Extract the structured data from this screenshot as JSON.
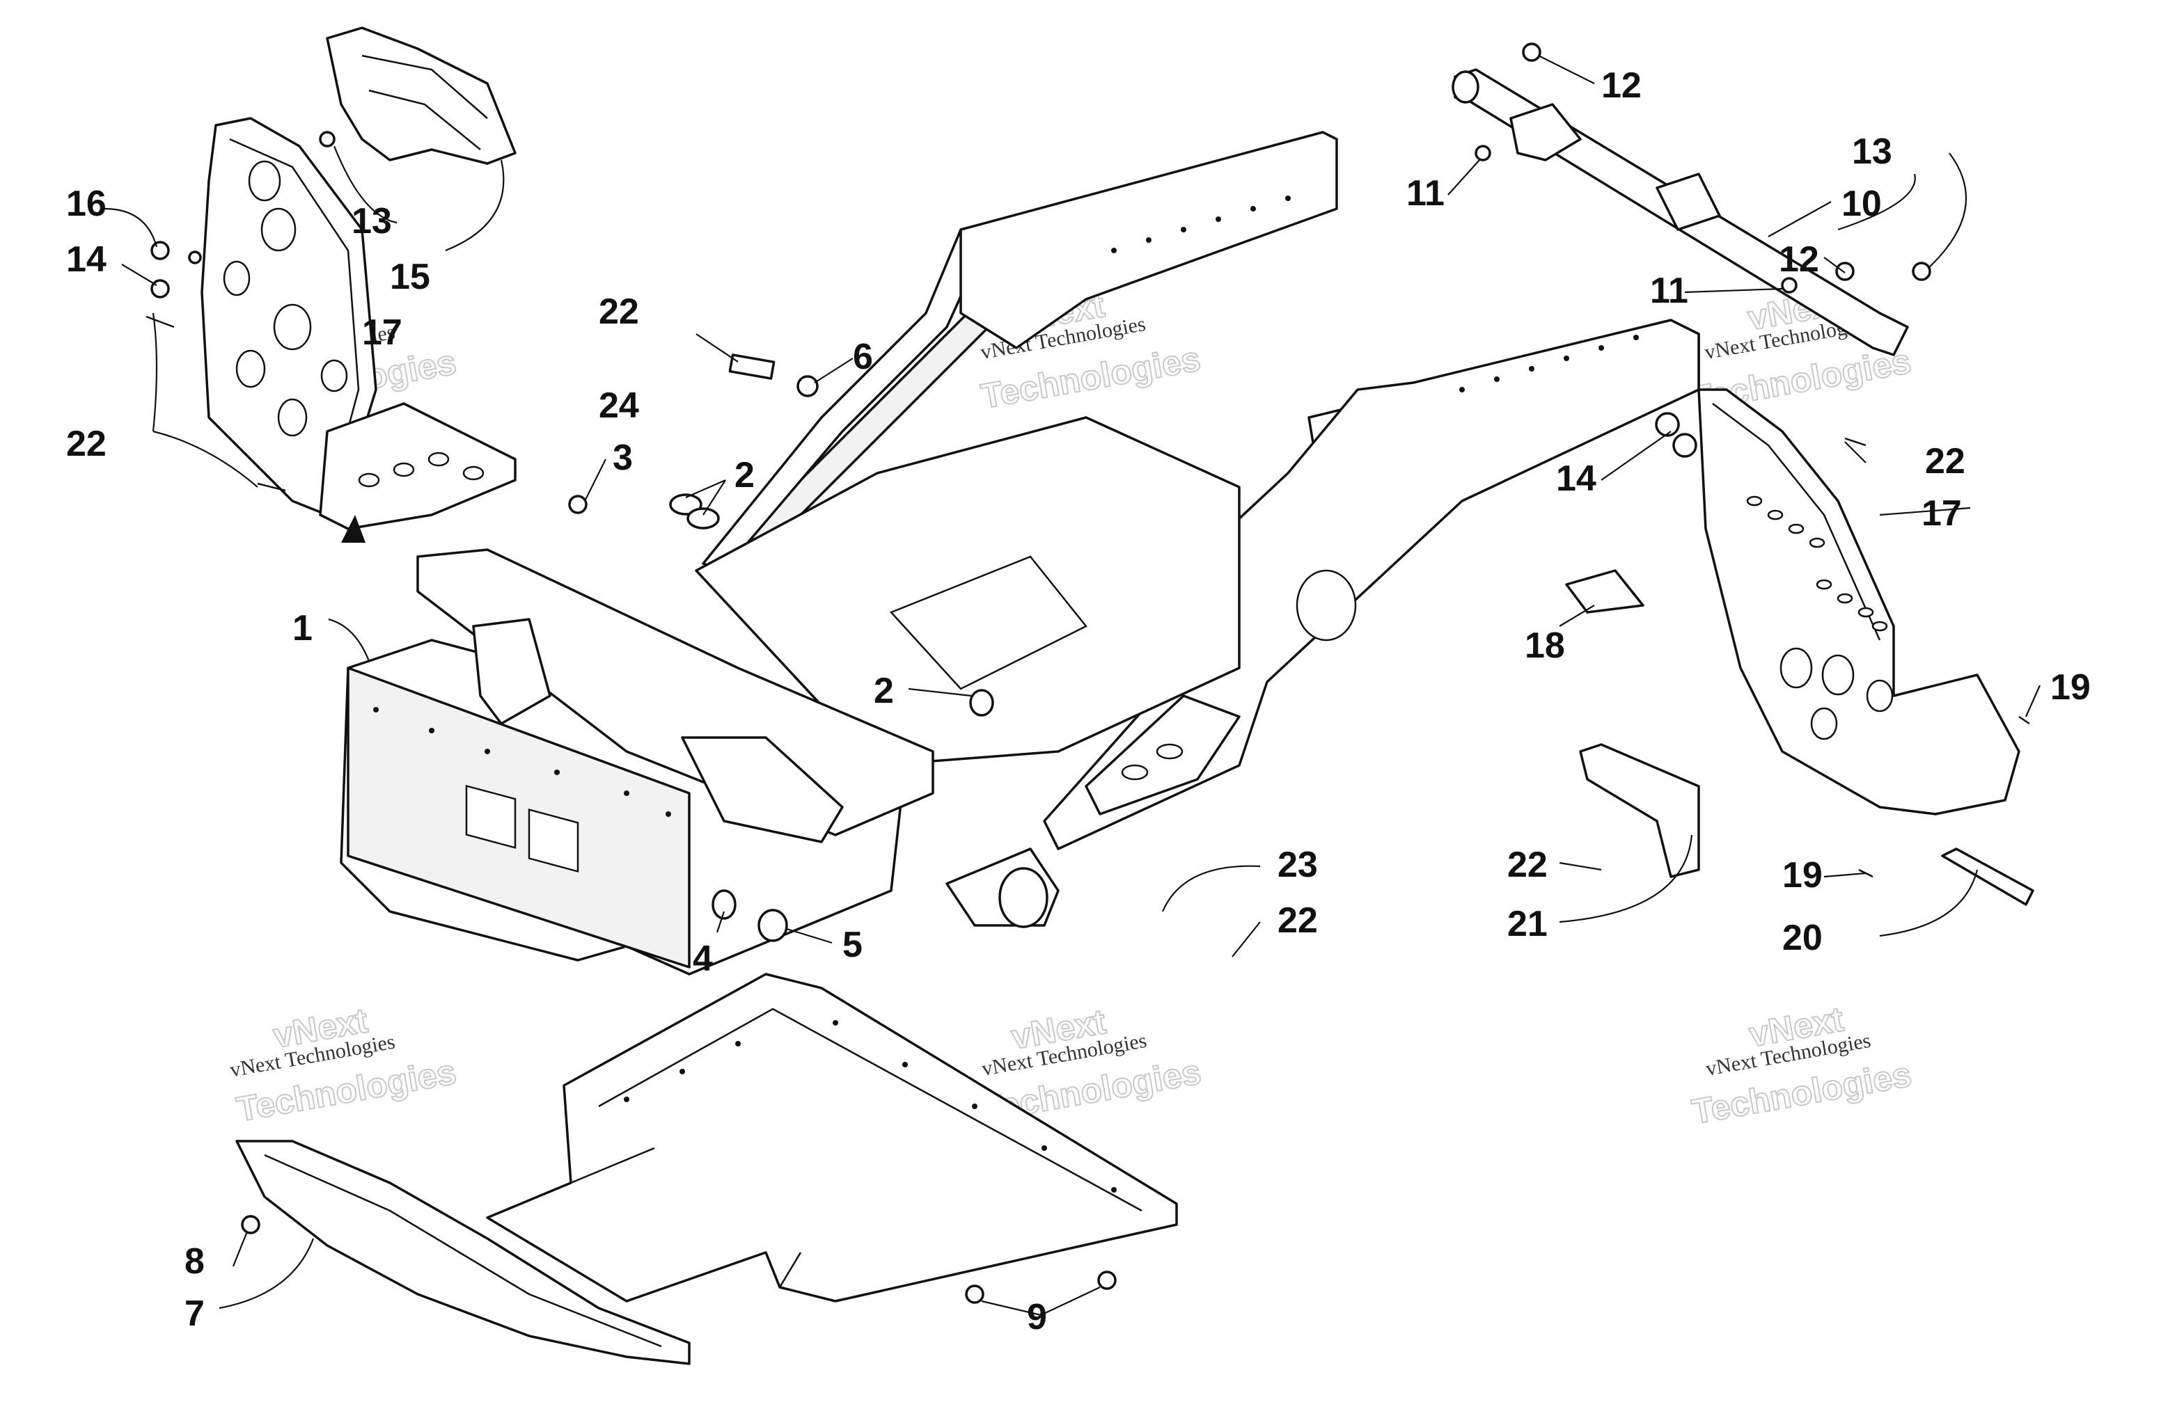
{
  "watermark": {
    "line1": "vNext Technologies",
    "line2a": "vNext",
    "line2b": "Technologies"
  },
  "callouts": {
    "c1": "1",
    "c2a": "2",
    "c2b": "2",
    "c3": "3",
    "c4": "4",
    "c5": "5",
    "c6": "6",
    "c7": "7",
    "c8": "8",
    "c9": "9",
    "c10": "10",
    "c11a": "11",
    "c11b": "11",
    "c12a": "12",
    "c12b": "12",
    "c13a": "13",
    "c13b": "13",
    "c14a": "14",
    "c14b": "14",
    "c15": "15",
    "c16": "16",
    "c17a": "17",
    "c17b": "17",
    "c18": "18",
    "c19a": "19",
    "c19b": "19",
    "c20": "20",
    "c21": "21",
    "c22a": "22",
    "c22b": "22",
    "c22c": "22",
    "c22d": "22",
    "c22e": "22",
    "c23": "23",
    "c24": "24"
  }
}
